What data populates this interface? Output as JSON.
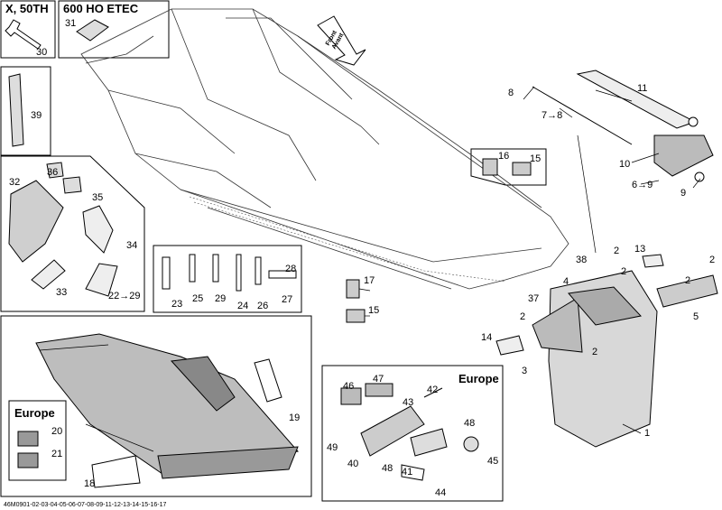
{
  "header": {
    "model": "X, 50TH",
    "engine": "600 HO ETEC"
  },
  "direction_arrow": {
    "line1": "Front",
    "line2": "Avant"
  },
  "europe_labels": [
    "Europe",
    "Europe"
  ],
  "footer_code": "46M0901-02-03-04-05-06-07-08-09-11-12-13-14-15-16-17",
  "callouts": [
    "30",
    "31",
    "39",
    "36",
    "32",
    "35",
    "34",
    "33",
    "22→29",
    "23",
    "25",
    "29",
    "24",
    "26",
    "27",
    "28",
    "17",
    "15",
    "16",
    "15",
    "8",
    "11",
    "7→8",
    "10",
    "6→9",
    "9",
    "13",
    "38",
    "2",
    "2",
    "4",
    "37",
    "2",
    "2",
    "2",
    "5",
    "1",
    "14",
    "2",
    "3",
    "19",
    "20",
    "21",
    "18",
    "47",
    "46",
    "42",
    "43",
    "48",
    "49",
    "40",
    "48",
    "41",
    "45",
    "44"
  ]
}
